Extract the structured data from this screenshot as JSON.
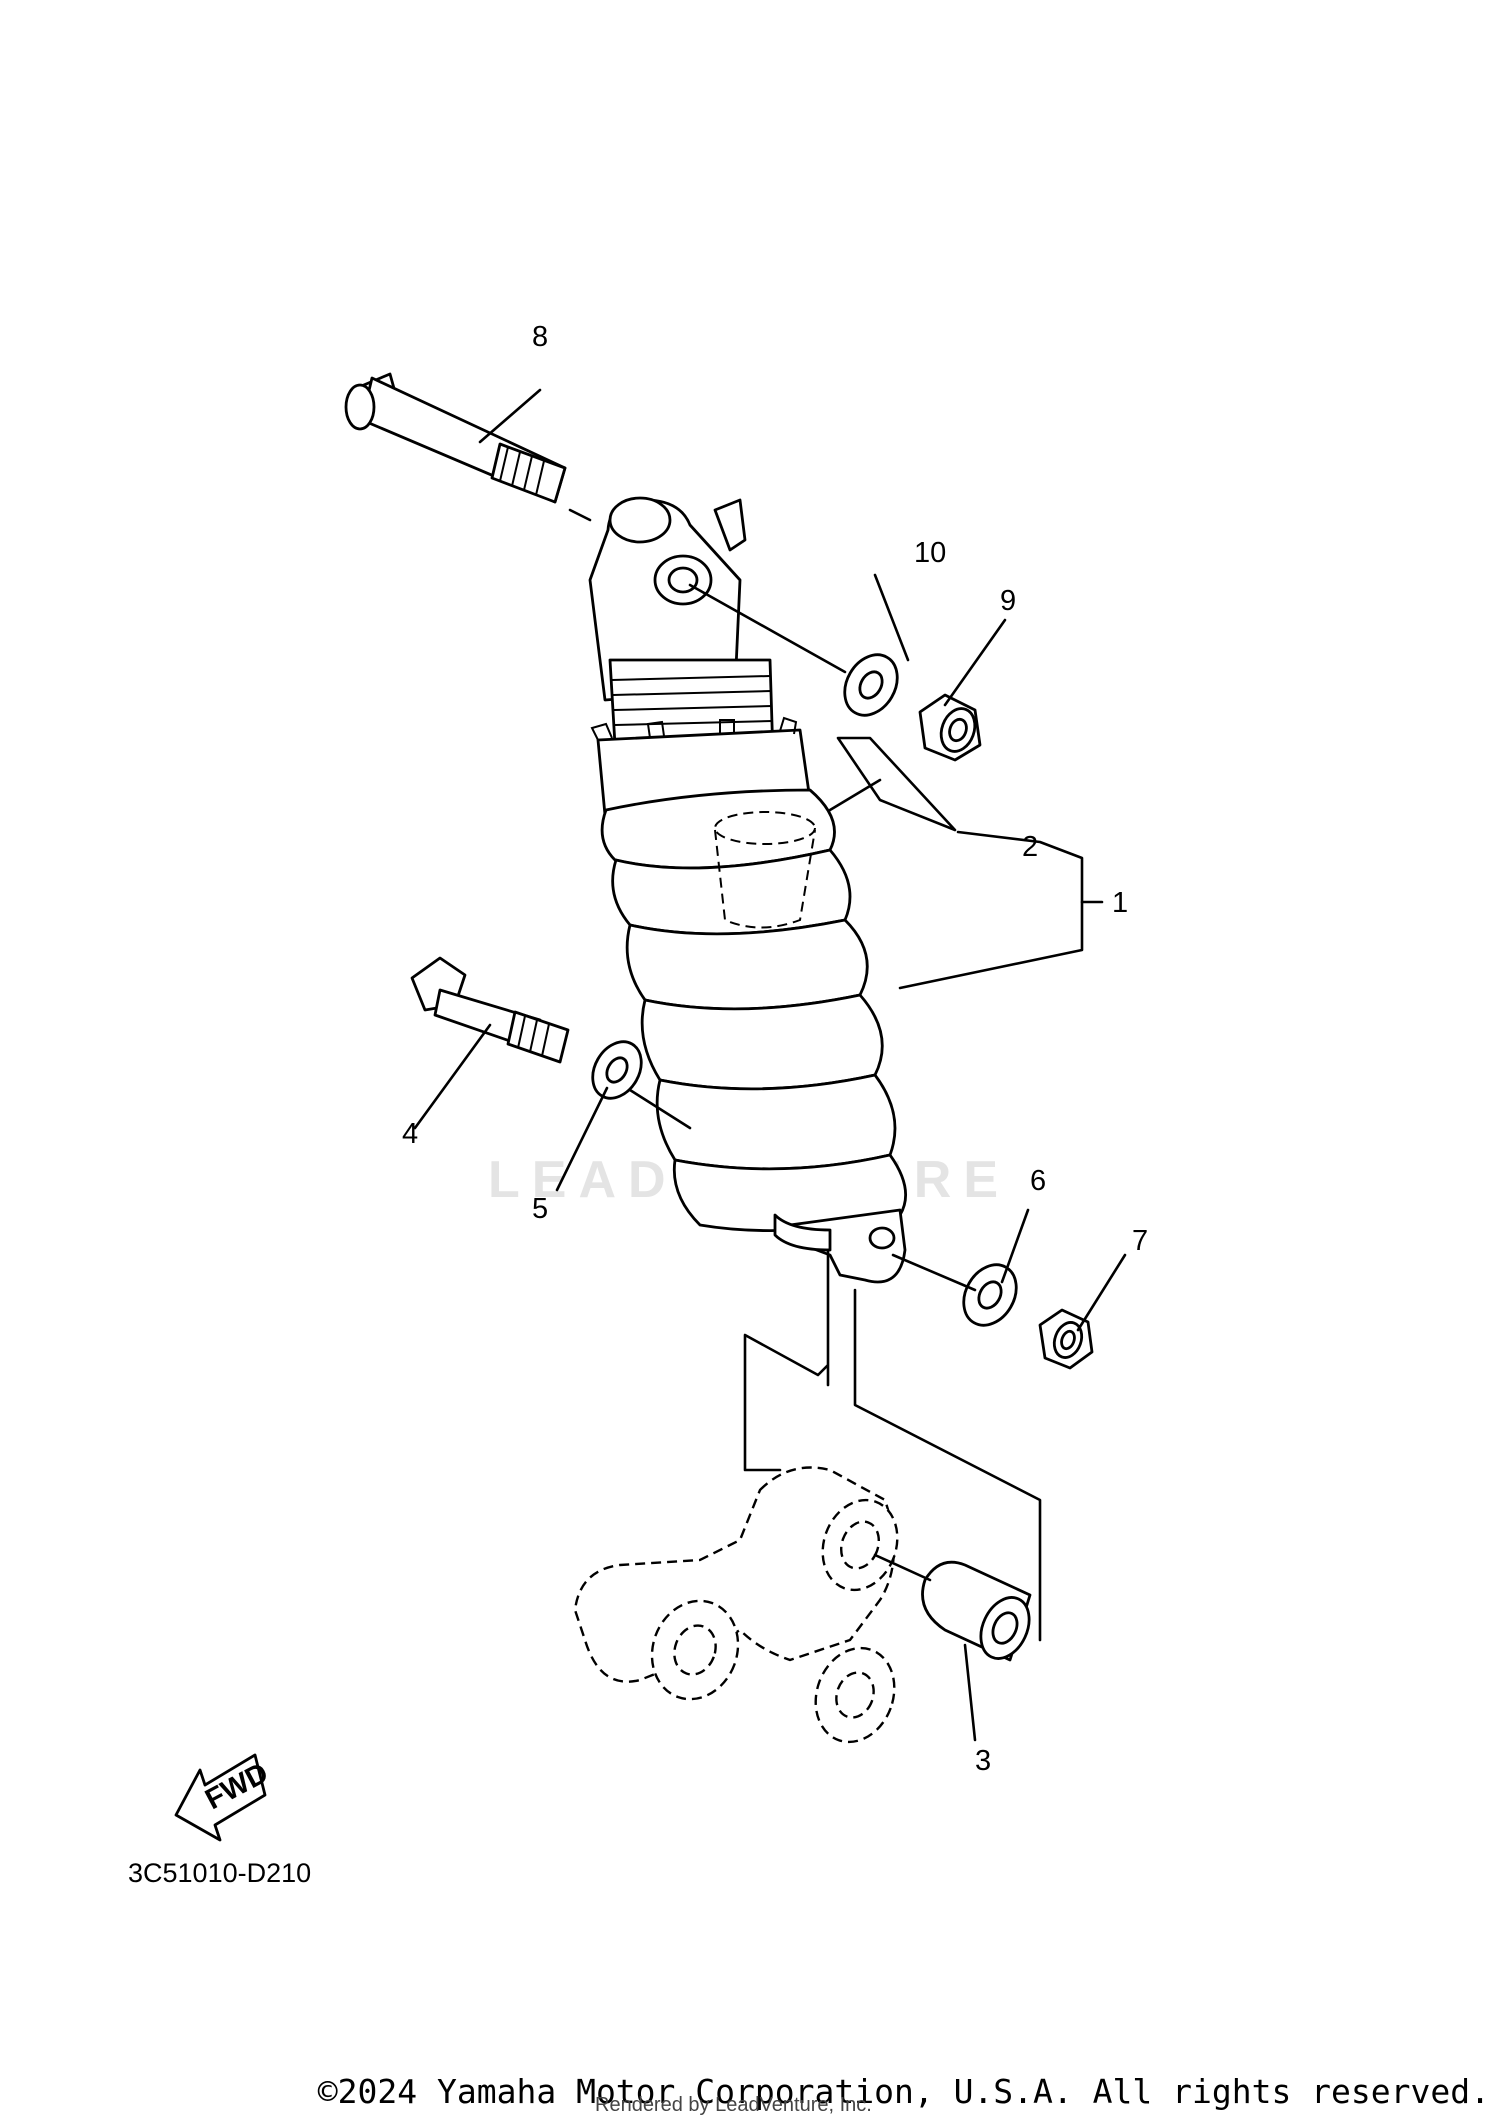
{
  "diagram_code": "3C51010-D210",
  "copyright": "©2024 Yamaha Motor Corporation, U.S.A. All rights reserved.",
  "rendered_by": "Rendered by LeadVenture, Inc.",
  "watermark": "LEADVENTURE",
  "fwd_label": "FWD",
  "callouts": {
    "c1": "1",
    "c2": "2",
    "c3": "3",
    "c4": "4",
    "c5": "5",
    "c6": "6",
    "c7": "7",
    "c8": "8",
    "c9": "9",
    "c10": "10"
  }
}
